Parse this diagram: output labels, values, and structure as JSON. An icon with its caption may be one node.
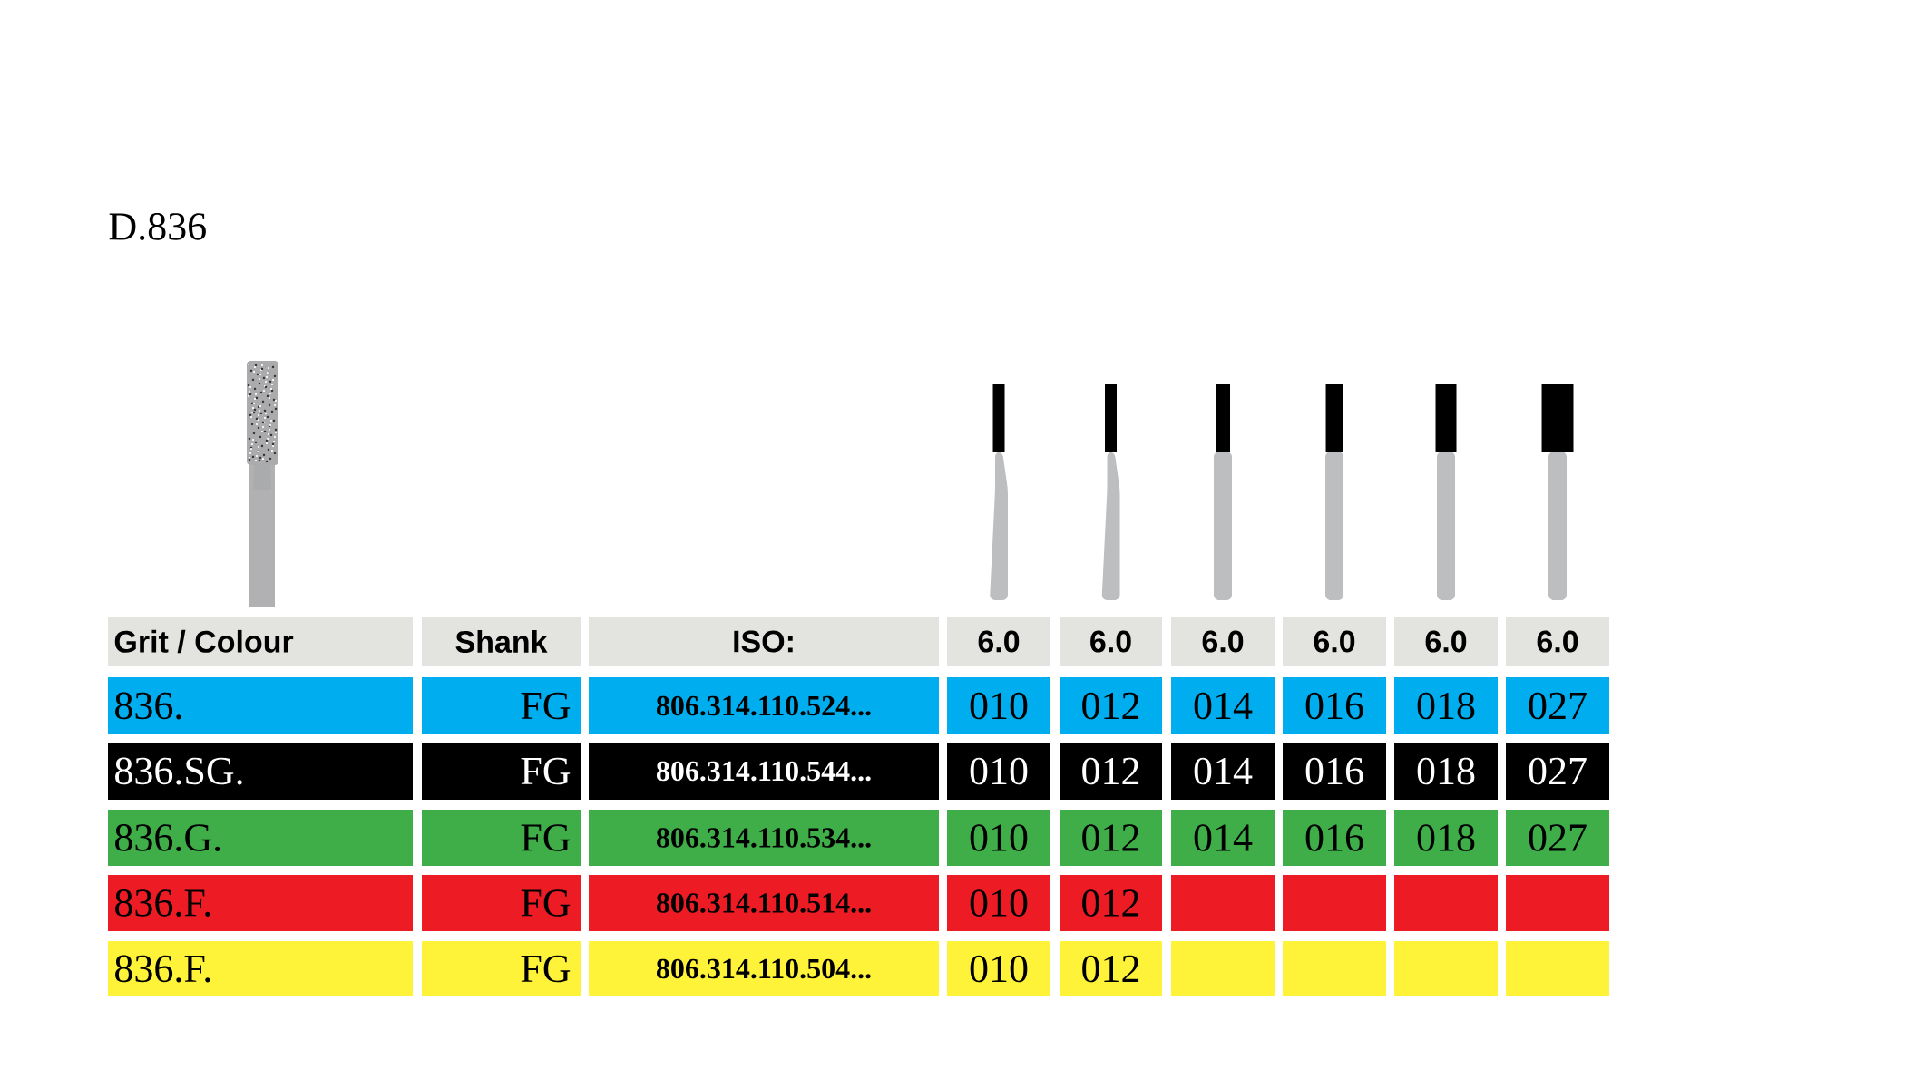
{
  "diagram": {
    "title": "D.836",
    "labels": [
      "Grit / Colour",
      "Shank",
      "ISO:",
      "6.0",
      "6.0",
      "6.0",
      "6.0",
      "6.0",
      "6.0",
      "836.",
      "FG",
      "806.314.110.524...",
      "010",
      "012",
      "014",
      "016",
      "018",
      "027",
      "836.SG.",
      "FG",
      "806.314.110.544...",
      "010",
      "012",
      "014",
      "016",
      "018",
      "027",
      "836.G.",
      "FG",
      "806.314.110.534...",
      "010",
      "012",
      "014",
      "016",
      "018",
      "027",
      "836.F.",
      "FG",
      "806.314.110.514...",
      "010",
      "012",
      "836.F.",
      "FG",
      "806.314.110.504...",
      "010",
      "012"
    ]
  }
}
